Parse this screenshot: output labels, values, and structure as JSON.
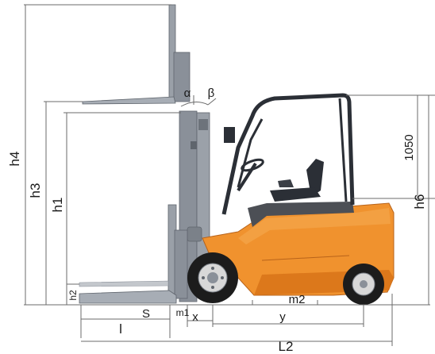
{
  "dimension_labels": {
    "h4": "h4",
    "h3": "h3",
    "h1": "h1",
    "h2": "h2",
    "h6": "h6",
    "height_1050": "1050",
    "alpha": "α",
    "beta": "β",
    "s": "S",
    "l": "l",
    "m1": "m1",
    "x": "x",
    "y": "y",
    "m2": "m2",
    "l2": "L2"
  },
  "colors": {
    "body": "#f0922e",
    "body_dark": "#d9761a",
    "mast": "#8a9099",
    "mast_dark": "#5f656d",
    "fork": "#9aa0a8",
    "tire": "#1c1c1c",
    "rim": "#d8d8d8",
    "overhead_guard": "#2b2f36",
    "line": "#6b6b6b"
  }
}
